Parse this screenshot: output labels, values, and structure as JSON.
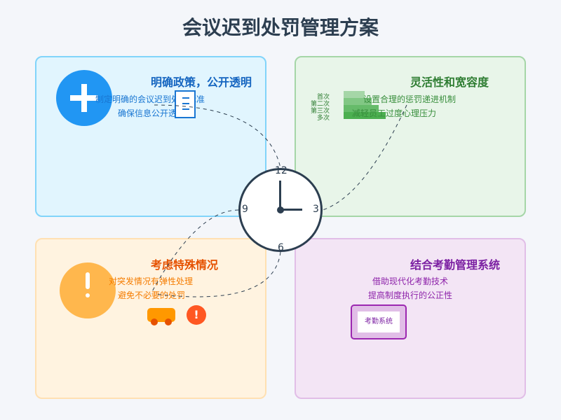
{
  "title": "会议迟到处罚管理方案",
  "colors": {
    "blue_accent": "#1976d2",
    "green_accent": "#388e3c",
    "orange_accent": "#e65100",
    "purple_accent": "#7b1fa2"
  },
  "quadrants": {
    "policy": {
      "title": "明确政策，公开透明",
      "lines": [
        "制定明确的会议迟到处罚标准",
        "确保信息公开透明"
      ],
      "icons": [
        "plus-icon",
        "document-icon"
      ]
    },
    "flexibility": {
      "title": "灵活性和宽容度",
      "lines": [
        "设置合理的惩罚递进机制",
        "减轻员工过度心理压力"
      ],
      "steps": [
        "首次",
        "第二次",
        "第三次",
        "多次"
      ]
    },
    "special": {
      "title": "考虑特殊情况",
      "lines": [
        "对突发情况有弹性处理",
        "避免不必要的处罚"
      ],
      "icons": [
        "warning-icon",
        "car-icon",
        "alert-icon"
      ],
      "alert_symbol": "!"
    },
    "system": {
      "title": "结合考勤管理系统",
      "lines": [
        "借助现代化考勤技术",
        "提高制度执行的公正性"
      ],
      "screen_label": "考勤系统"
    }
  },
  "clock": {
    "numbers": {
      "n12": "12",
      "n3": "3",
      "n6": "6",
      "n9": "9"
    }
  }
}
